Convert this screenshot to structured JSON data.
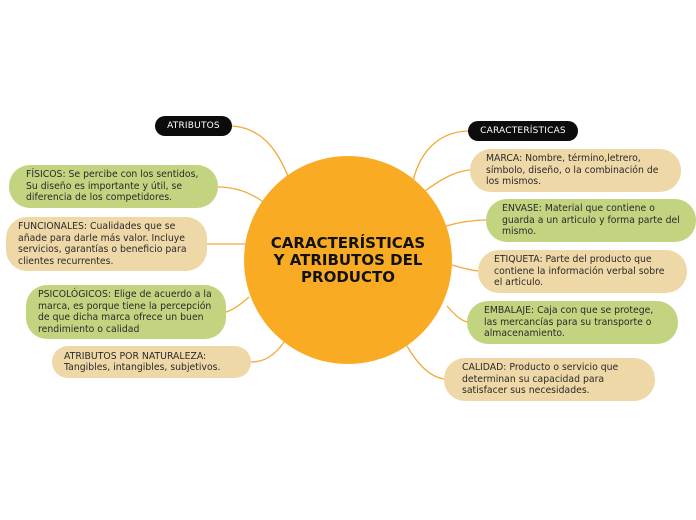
{
  "center": {
    "title": "CARACTERÍSTICAS\nY ATRIBUTOS DEL\nPRODUCTO"
  },
  "atributos": {
    "header": "ATRIBUTOS",
    "items": [
      "FÍSICOS: Se percibe con los sentidos,\nSu diseño es importante y útil, se\ndiferencia de los competidores.",
      "FUNCIONALES: Cualidades que se\nañade para darle más valor. Incluye\nservicios, garantías o beneficio para\nclientes recurrentes.",
      "PSICOLÓGICOS: Elige de acuerdo a la\nmarca, es porque tiene la percepción\nde que dicha marca ofrece un buen\nrendimiento o calidad",
      "ATRIBUTOS POR NATURALEZA:\nTangibles, intangibles,  subjetivos."
    ]
  },
  "caracteristicas": {
    "header": "CARACTERÍSTICAS",
    "items": [
      "MARCA: Nombre, término,letrero,\nsímbolo, diseño, o la combinación de\nlos mismos.",
      "ENVASE: Material que contiene o\nguarda a un articulo y forma parte del\nmismo.",
      "ETIQUETA: Parte del producto que\ncontiene la información verbal sobre\nel articulo.",
      "EMBALAJE: Caja con que se protege,\nlas mercancías para su transporte o\nalmacenamiento.",
      "CALIDAD:  Producto o servicio que\ndeterminan su capacidad para\nsatisfacer sus necesidades."
    ]
  },
  "colors": {
    "center": "#f9ab24",
    "connector": "#f4a93a",
    "green_node": "#c3d480",
    "tan_node": "#efd8a8",
    "header_pill": "#0c0c0c"
  }
}
